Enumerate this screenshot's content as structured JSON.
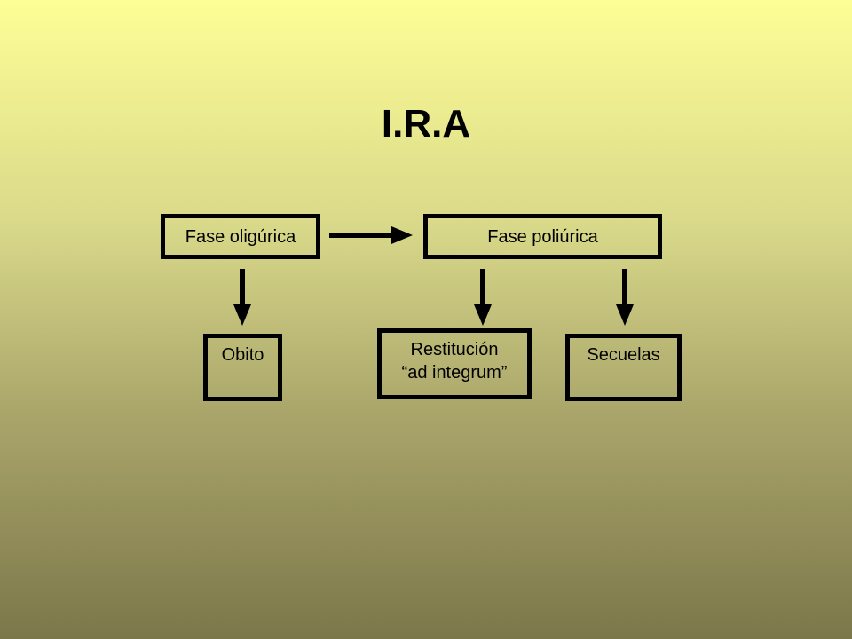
{
  "title": "I.R.A",
  "nodes": {
    "fase_oliguria": "Fase oligúrica",
    "fase_poliuria": "Fase poliúrica",
    "obito": "Obito",
    "restitucion_line1": "Restitución",
    "restitucion_line2": "“ad integrum”",
    "secuelas": "Secuelas"
  },
  "edges": [
    {
      "from": "fase_oliguria",
      "to": "fase_poliuria"
    },
    {
      "from": "fase_oliguria",
      "to": "obito"
    },
    {
      "from": "fase_poliuria",
      "to": "restitucion"
    },
    {
      "from": "fase_poliuria",
      "to": "secuelas"
    }
  ]
}
